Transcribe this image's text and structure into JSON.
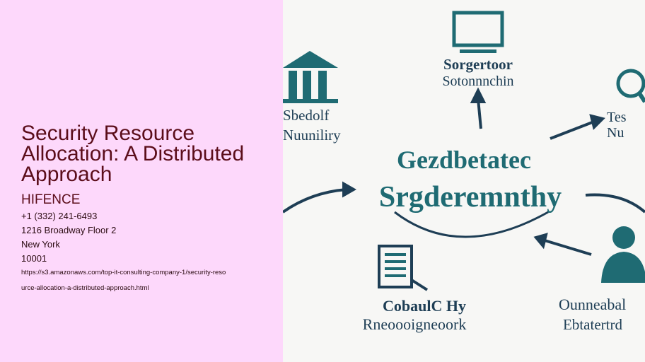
{
  "page": {
    "title": "Security Resource Allocation: A Distributed Approach",
    "company": "HIFENCE",
    "phone": "+1 (332) 241-6493",
    "address_line": "1216 Broadway Floor 2",
    "city": "New York",
    "zip": "10001",
    "url_line1": "https://s3.amazonaws.com/top-it-consulting-company-1/security-reso",
    "url_line2": "urce-allocation-a-distributed-approach.html"
  },
  "image": {
    "accent_color": "#1f6b73",
    "lettering": {
      "center_1": "Gezdbetatec",
      "center_2": "Srgderemnthy",
      "top_1": "Sorgertoor",
      "top_2": "Sotonnnchin",
      "left_1": "Sbedolf",
      "left_2": "Nuuniliry",
      "right_1": "Tes",
      "right_2": "Nu",
      "bottom_left_1": "CobaulC Hy",
      "bottom_left_2": "Rneoooigneoork",
      "bottom_right_1": "Ounneabal",
      "bottom_right_2": "Ebtatertrd"
    },
    "icons": [
      "monitor-icon",
      "bank-icon",
      "shield-search-icon",
      "document-icon",
      "person-icon"
    ]
  }
}
